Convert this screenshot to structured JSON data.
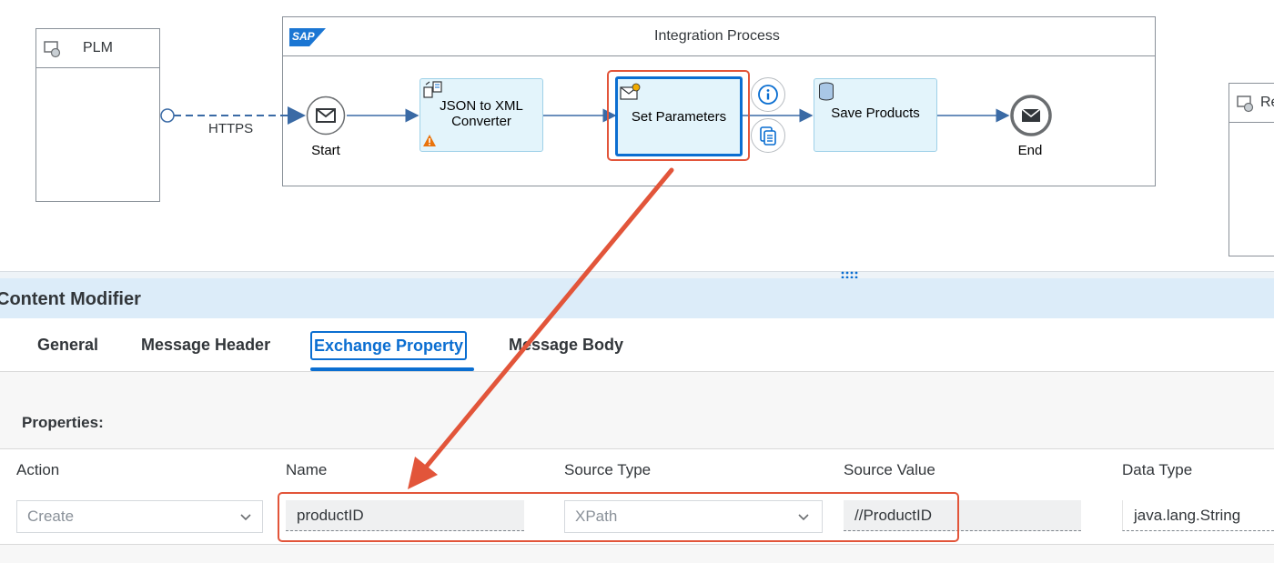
{
  "canvas": {
    "sender_pool": {
      "title": "PLM"
    },
    "receiver_pool": {
      "title": "Re"
    },
    "integration_process": {
      "logo": "SAP",
      "title": "Integration Process"
    },
    "connection": {
      "label": "HTTPS"
    },
    "start_event": {
      "label": "Start"
    },
    "end_event": {
      "label": "End"
    },
    "steps": [
      {
        "label": "JSON to XML Converter"
      },
      {
        "label": "Set Parameters"
      },
      {
        "label": "Save Products"
      }
    ]
  },
  "panel": {
    "title": "Content Modifier",
    "tabs": [
      {
        "label": "General"
      },
      {
        "label": "Message Header"
      },
      {
        "label": "Exchange Property"
      },
      {
        "label": "Message Body"
      }
    ],
    "section_label": "Properties:",
    "table": {
      "columns": [
        "Action",
        "Name",
        "Source Type",
        "Source Value",
        "Data Type"
      ],
      "row": {
        "action": "Create",
        "name": "productID",
        "source_type": "XPath",
        "source_value": "//ProductID",
        "data_type": "java.lang.String"
      }
    }
  },
  "colors": {
    "accent": "#0a6ed1",
    "highlight": "#e2553a",
    "task_fill": "#e3f4fb",
    "panel_header": "#dcecf9"
  }
}
